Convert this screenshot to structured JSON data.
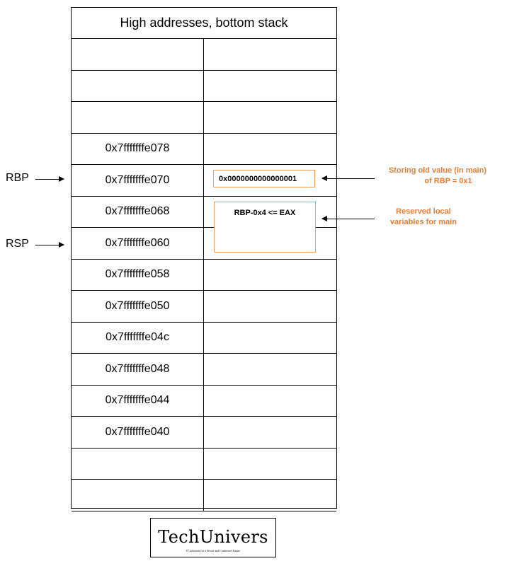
{
  "stack": {
    "header": "High addresses, bottom stack",
    "rows": [
      {
        "address": ""
      },
      {
        "address": ""
      },
      {
        "address": ""
      },
      {
        "address": "0x7fffffffe078"
      },
      {
        "address": "0x7fffffffe070"
      },
      {
        "address": "0x7fffffffe068"
      },
      {
        "address": "0x7fffffffe060"
      },
      {
        "address": "0x7fffffffe058"
      },
      {
        "address": "0x7fffffffe050"
      },
      {
        "address": "0x7fffffffe04c"
      },
      {
        "address": "0x7fffffffe048"
      },
      {
        "address": "0x7fffffffe044"
      },
      {
        "address": "0x7fffffffe040"
      },
      {
        "address": ""
      },
      {
        "address": ""
      }
    ]
  },
  "registers": {
    "rbp": "RBP",
    "rsp": "RSP"
  },
  "boxes": {
    "old_rbp_value": "0x0000000000000001",
    "local_vars": "RBP-0x4 <= EAX"
  },
  "notes": {
    "old_rbp_line1": "Storing old value (in main)",
    "old_rbp_line2": "of RBP = 0x1",
    "locals_line1": "Reserved local",
    "locals_line2": "variables for main"
  },
  "colors": {
    "accent": "#ed7d31",
    "box_border": "#f0a060"
  },
  "logo": {
    "name": "TechUnivers",
    "tagline": "IT solutions for a Secure and Connected Future"
  }
}
